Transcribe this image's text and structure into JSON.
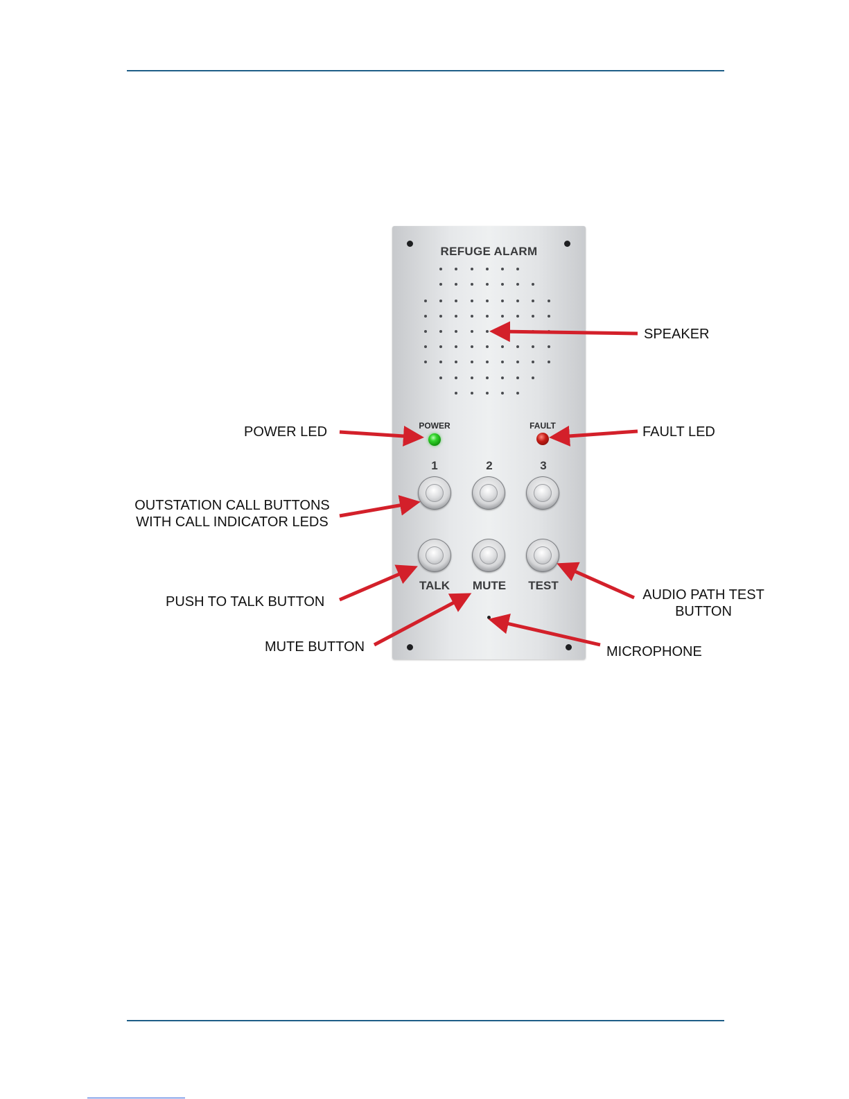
{
  "panel": {
    "title": "REFUGE ALARM",
    "power_label": "POWER",
    "fault_label": "FAULT",
    "call_buttons": [
      "1",
      "2",
      "3"
    ],
    "function_buttons": [
      "TALK",
      "MUTE",
      "TEST"
    ]
  },
  "callouts": {
    "speaker": "SPEAKER",
    "power_led": "POWER LED",
    "fault_led": "FAULT LED",
    "outstation_line1": "OUTSTATION CALL BUTTONS",
    "outstation_line2": "WITH CALL INDICATOR LEDS",
    "push_to_talk": "PUSH TO TALK BUTTON",
    "audio_test_line1": "AUDIO PATH TEST",
    "audio_test_line2": "BUTTON",
    "mute_button": "MUTE BUTTON",
    "microphone": "MICROPHONE"
  },
  "colors": {
    "rule": "#1d5d87",
    "arrow": "#d3202a",
    "power_led": "#22c41c",
    "fault_led": "#c41c16"
  }
}
